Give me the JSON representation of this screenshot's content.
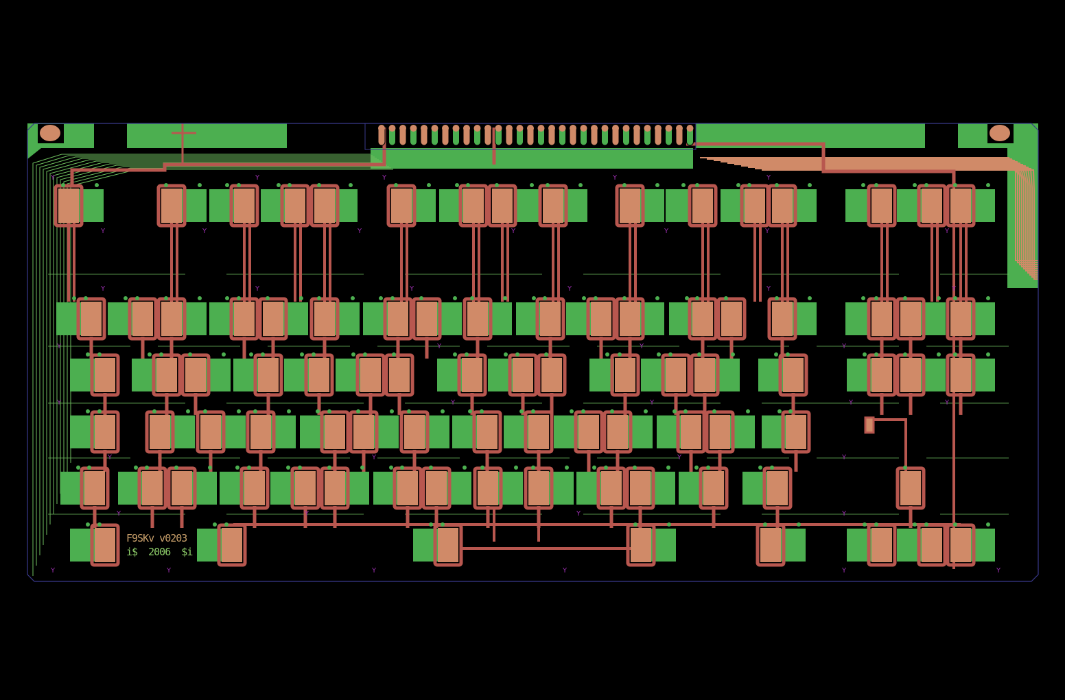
{
  "colors": {
    "background": "#000000",
    "outline": "#3a3a8c",
    "copper_pad": "#d08a68",
    "copper_trace": "#b8574f",
    "ground_fill": "#4caf50",
    "thin_trace": "#6fbf5f",
    "via_mark": "#9b2fb0"
  },
  "silkscreen": {
    "line1": "F9SKv v0203",
    "line2": "i$  2006  $i"
  },
  "layout": {
    "rows": [
      {
        "copper": [
          100,
          250,
          356,
          430,
          473,
          585,
          690,
          732,
          806,
          918,
          1024,
          1100,
          1140,
          1285,
          1358,
          1400
        ],
        "ground": [
          133,
          283,
          323,
          398,
          503,
          617,
          658,
          767,
          838,
          950,
          988,
          1068,
          1172,
          1250,
          1325,
          1432
        ]
      },
      {
        "copper": [
          133,
          208,
          250,
          356,
          398,
          473,
          580,
          622,
          696,
          802,
          876,
          918,
          1024,
          1066,
          1140,
          1285,
          1327,
          1400
        ],
        "ground": [
          100,
          175,
          283,
          323,
          431,
          506,
          547,
          655,
          728,
          770,
          843,
          950,
          993,
          1172,
          1250,
          1360,
          1432
        ]
      },
      {
        "copper": [
          153,
          243,
          285,
          391,
          465,
          540,
          582,
          688,
          762,
          804,
          911,
          985,
          1027,
          1156,
          1285,
          1327,
          1400
        ],
        "ground": [
          120,
          210,
          318,
          358,
          432,
          507,
          655,
          729,
          877,
          952,
          1060,
          1123,
          1252,
          1360,
          1432
        ]
      },
      {
        "copper": [
          153,
          233,
          307,
          380,
          488,
          530,
          604,
          710,
          785,
          858,
          900,
          1007,
          1049,
          1160
        ],
        "ground": [
          120,
          266,
          340,
          413,
          455,
          563,
          637,
          677,
          752,
          825,
          933,
          975,
          1082,
          1128
        ]
      },
      {
        "copper": [
          138,
          222,
          265,
          371,
          445,
          488,
          594,
          636,
          711,
          785,
          891,
          933,
          1040,
          1133,
          1327
        ],
        "ground": [
          106,
          190,
          298,
          338,
          412,
          520,
          562,
          669,
          744,
          818,
          858,
          966,
          1007,
          1100
        ]
      },
      {
        "copper": [
          153,
          338,
          653,
          934,
          1123,
          1285,
          1358,
          1400
        ],
        "ground": [
          120,
          305,
          620,
          967,
          1156,
          1252,
          1325,
          1432
        ]
      }
    ],
    "connector_pin_count": 30
  }
}
